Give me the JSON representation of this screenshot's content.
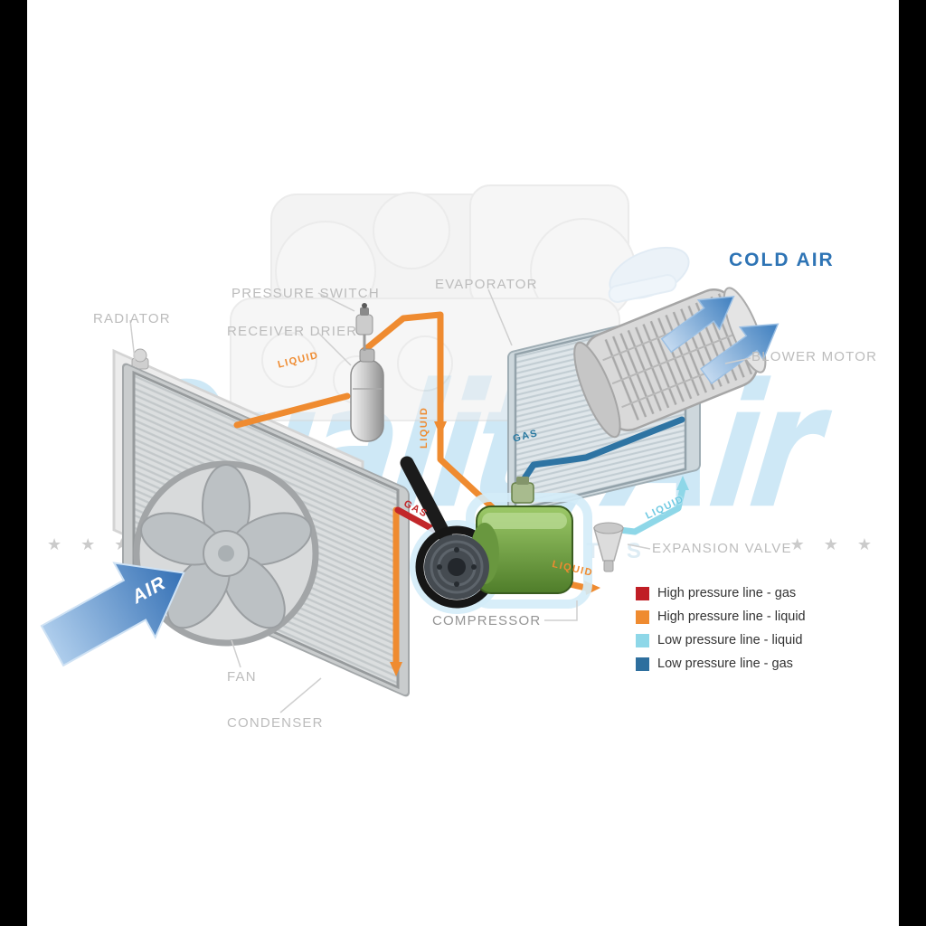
{
  "page": {
    "background": "#ffffff",
    "side_bar_color": "#000000"
  },
  "watermark": {
    "text": "QualityAir",
    "subtext": "AUTO PARTS",
    "stars_left": "★ ★ ★",
    "stars_right": "★ ★ ★"
  },
  "labels": {
    "radiator": "RADIATOR",
    "pressure_switch": "PRESSURE SWITCH",
    "receiver_drier": "RECEIVER DRIER",
    "evaporator": "EVAPORATOR",
    "cold_air": "COLD AIR",
    "blower_motor": "BLOWER MOTOR",
    "expansion_valve": "EXPANSION VALVE",
    "compressor": "COMPRESSOR",
    "fan": "FAN",
    "condenser": "CONDENSER",
    "air": "AIR"
  },
  "flow_labels": {
    "liquid_condenser": "LIQUID",
    "liquid_drier": "LIQUID",
    "gas_evaporator": "GAS",
    "gas_compressor": "GAS",
    "liquid_evaporator": "LIQUID",
    "liquid_expansion": "LIQUID"
  },
  "legend": {
    "items": [
      {
        "color": "#c01e25",
        "label": "High pressure line - gas"
      },
      {
        "color": "#ef8b30",
        "label": "High pressure line - liquid"
      },
      {
        "color": "#8ed7e8",
        "label": "Low pressure line - liquid"
      },
      {
        "color": "#2e6f9e",
        "label": "Low pressure line - gas"
      }
    ]
  },
  "colors": {
    "high_pressure_gas": "#c01e25",
    "high_pressure_liquid": "#ef8b30",
    "low_pressure_liquid": "#8ed7e8",
    "low_pressure_gas": "#2e6f9e",
    "cold_air_text": "#2e74b5",
    "component_label": "#bcbcbc",
    "compressor_green": "#5c8a33"
  }
}
